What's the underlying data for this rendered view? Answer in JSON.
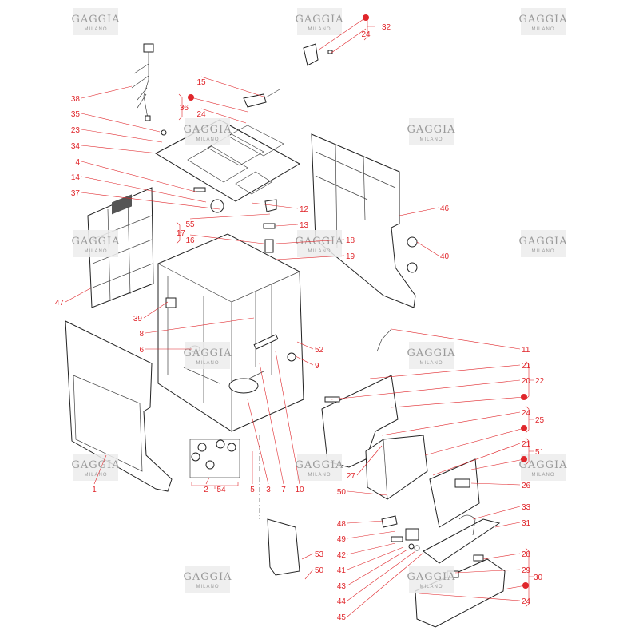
{
  "watermark": {
    "brand": "GAGGIA",
    "sub": "MILANO"
  },
  "colors": {
    "callout": "#e0262b",
    "line_art": "#222222",
    "watermark": "#9a9a9a"
  },
  "callouts": [
    "38",
    "35",
    "23",
    "34",
    "4",
    "14",
    "37",
    "55",
    "17",
    "16",
    "47",
    "39",
    "8",
    "6",
    "15",
    "36",
    "24",
    "32",
    "24",
    "12",
    "13",
    "18",
    "19",
    "46",
    "40",
    "11",
    "52",
    "9",
    "21",
    "20",
    "22",
    "24",
    "25",
    "21",
    "51",
    "26",
    "27",
    "50",
    "33",
    "31",
    "28",
    "29",
    "30",
    "24",
    "48",
    "49",
    "42",
    "41",
    "43",
    "44",
    "45",
    "53",
    "50",
    "1",
    "2",
    "54",
    "5",
    "3",
    "7",
    "10"
  ],
  "kit_marker": "red-dot"
}
